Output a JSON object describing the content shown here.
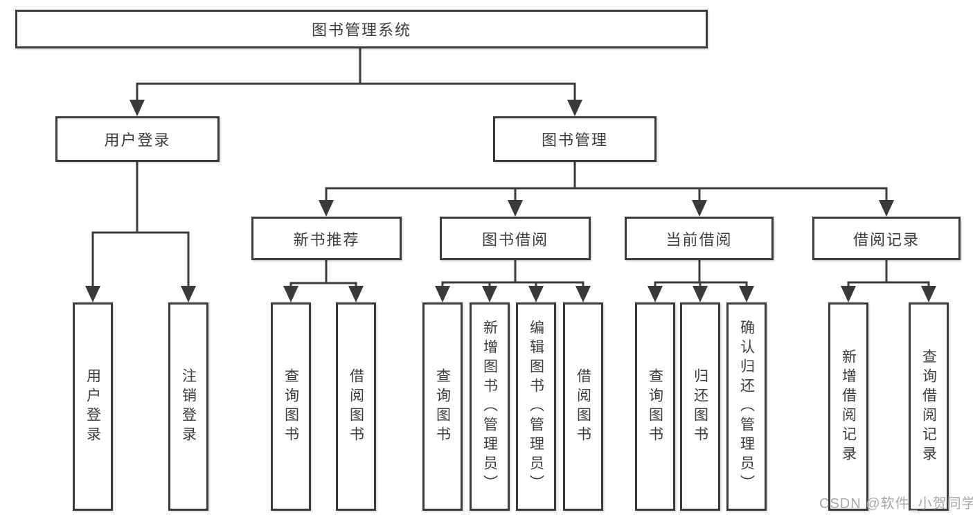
{
  "diagram": {
    "root": "图书管理系统",
    "user_login": {
      "label": "用户登录",
      "children": [
        "用户登录",
        "注销登录"
      ]
    },
    "book_management": {
      "label": "图书管理",
      "modules": [
        {
          "label": "新书推荐",
          "children": [
            "查询图书",
            "借阅图书"
          ]
        },
        {
          "label": "图书借阅",
          "children": [
            "查询图书",
            "新增图书（管理员）",
            "编辑图书（管理员）",
            "借阅图书"
          ]
        },
        {
          "label": "当前借阅",
          "children": [
            "查询图书",
            "归还图书",
            "确认归还（管理员）"
          ]
        },
        {
          "label": "借阅记录",
          "children": [
            "新增借阅记录",
            "查询借阅记录"
          ]
        }
      ]
    },
    "watermark": "CSDN @软件_小贺同学",
    "line_color": "#3a3a3a"
  }
}
